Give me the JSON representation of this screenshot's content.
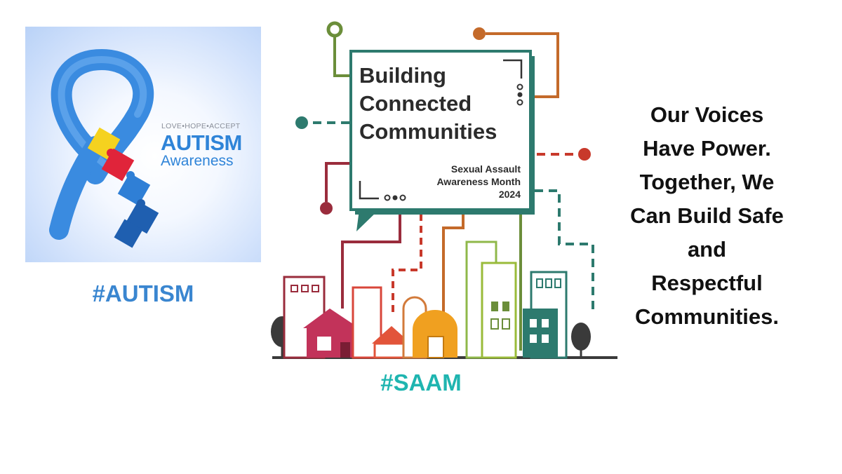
{
  "autism_panel": {
    "tagline": "LOVE•HOPE•ACCEPT",
    "title": "AUTISM",
    "subtitle": "Awareness",
    "hashtag": "#AUTISM",
    "colors": {
      "ribbon": "#3a8be0",
      "background": "#cfe0fb",
      "puzzle": [
        "#f5d21f",
        "#e0243a",
        "#2f7fd6",
        "#1f5fb0"
      ]
    }
  },
  "saam_panel": {
    "bubble_title_lines": [
      "Building",
      "Connected",
      "Communities"
    ],
    "bubble_sub_lines": [
      "Sexual Assault",
      "Awareness Month",
      "2024"
    ],
    "hashtag": "#SAAM",
    "colors": {
      "teal": "#2d7a6e",
      "olive": "#6b8e3a",
      "orange": "#c46a2a",
      "red": "#c8392b",
      "maroon": "#9a2c3c"
    }
  },
  "quote": {
    "lines": [
      "Our Voices",
      "Have Power.",
      "Together, We",
      "Can Build Safe",
      "and",
      "Respectful",
      "Communities."
    ]
  }
}
